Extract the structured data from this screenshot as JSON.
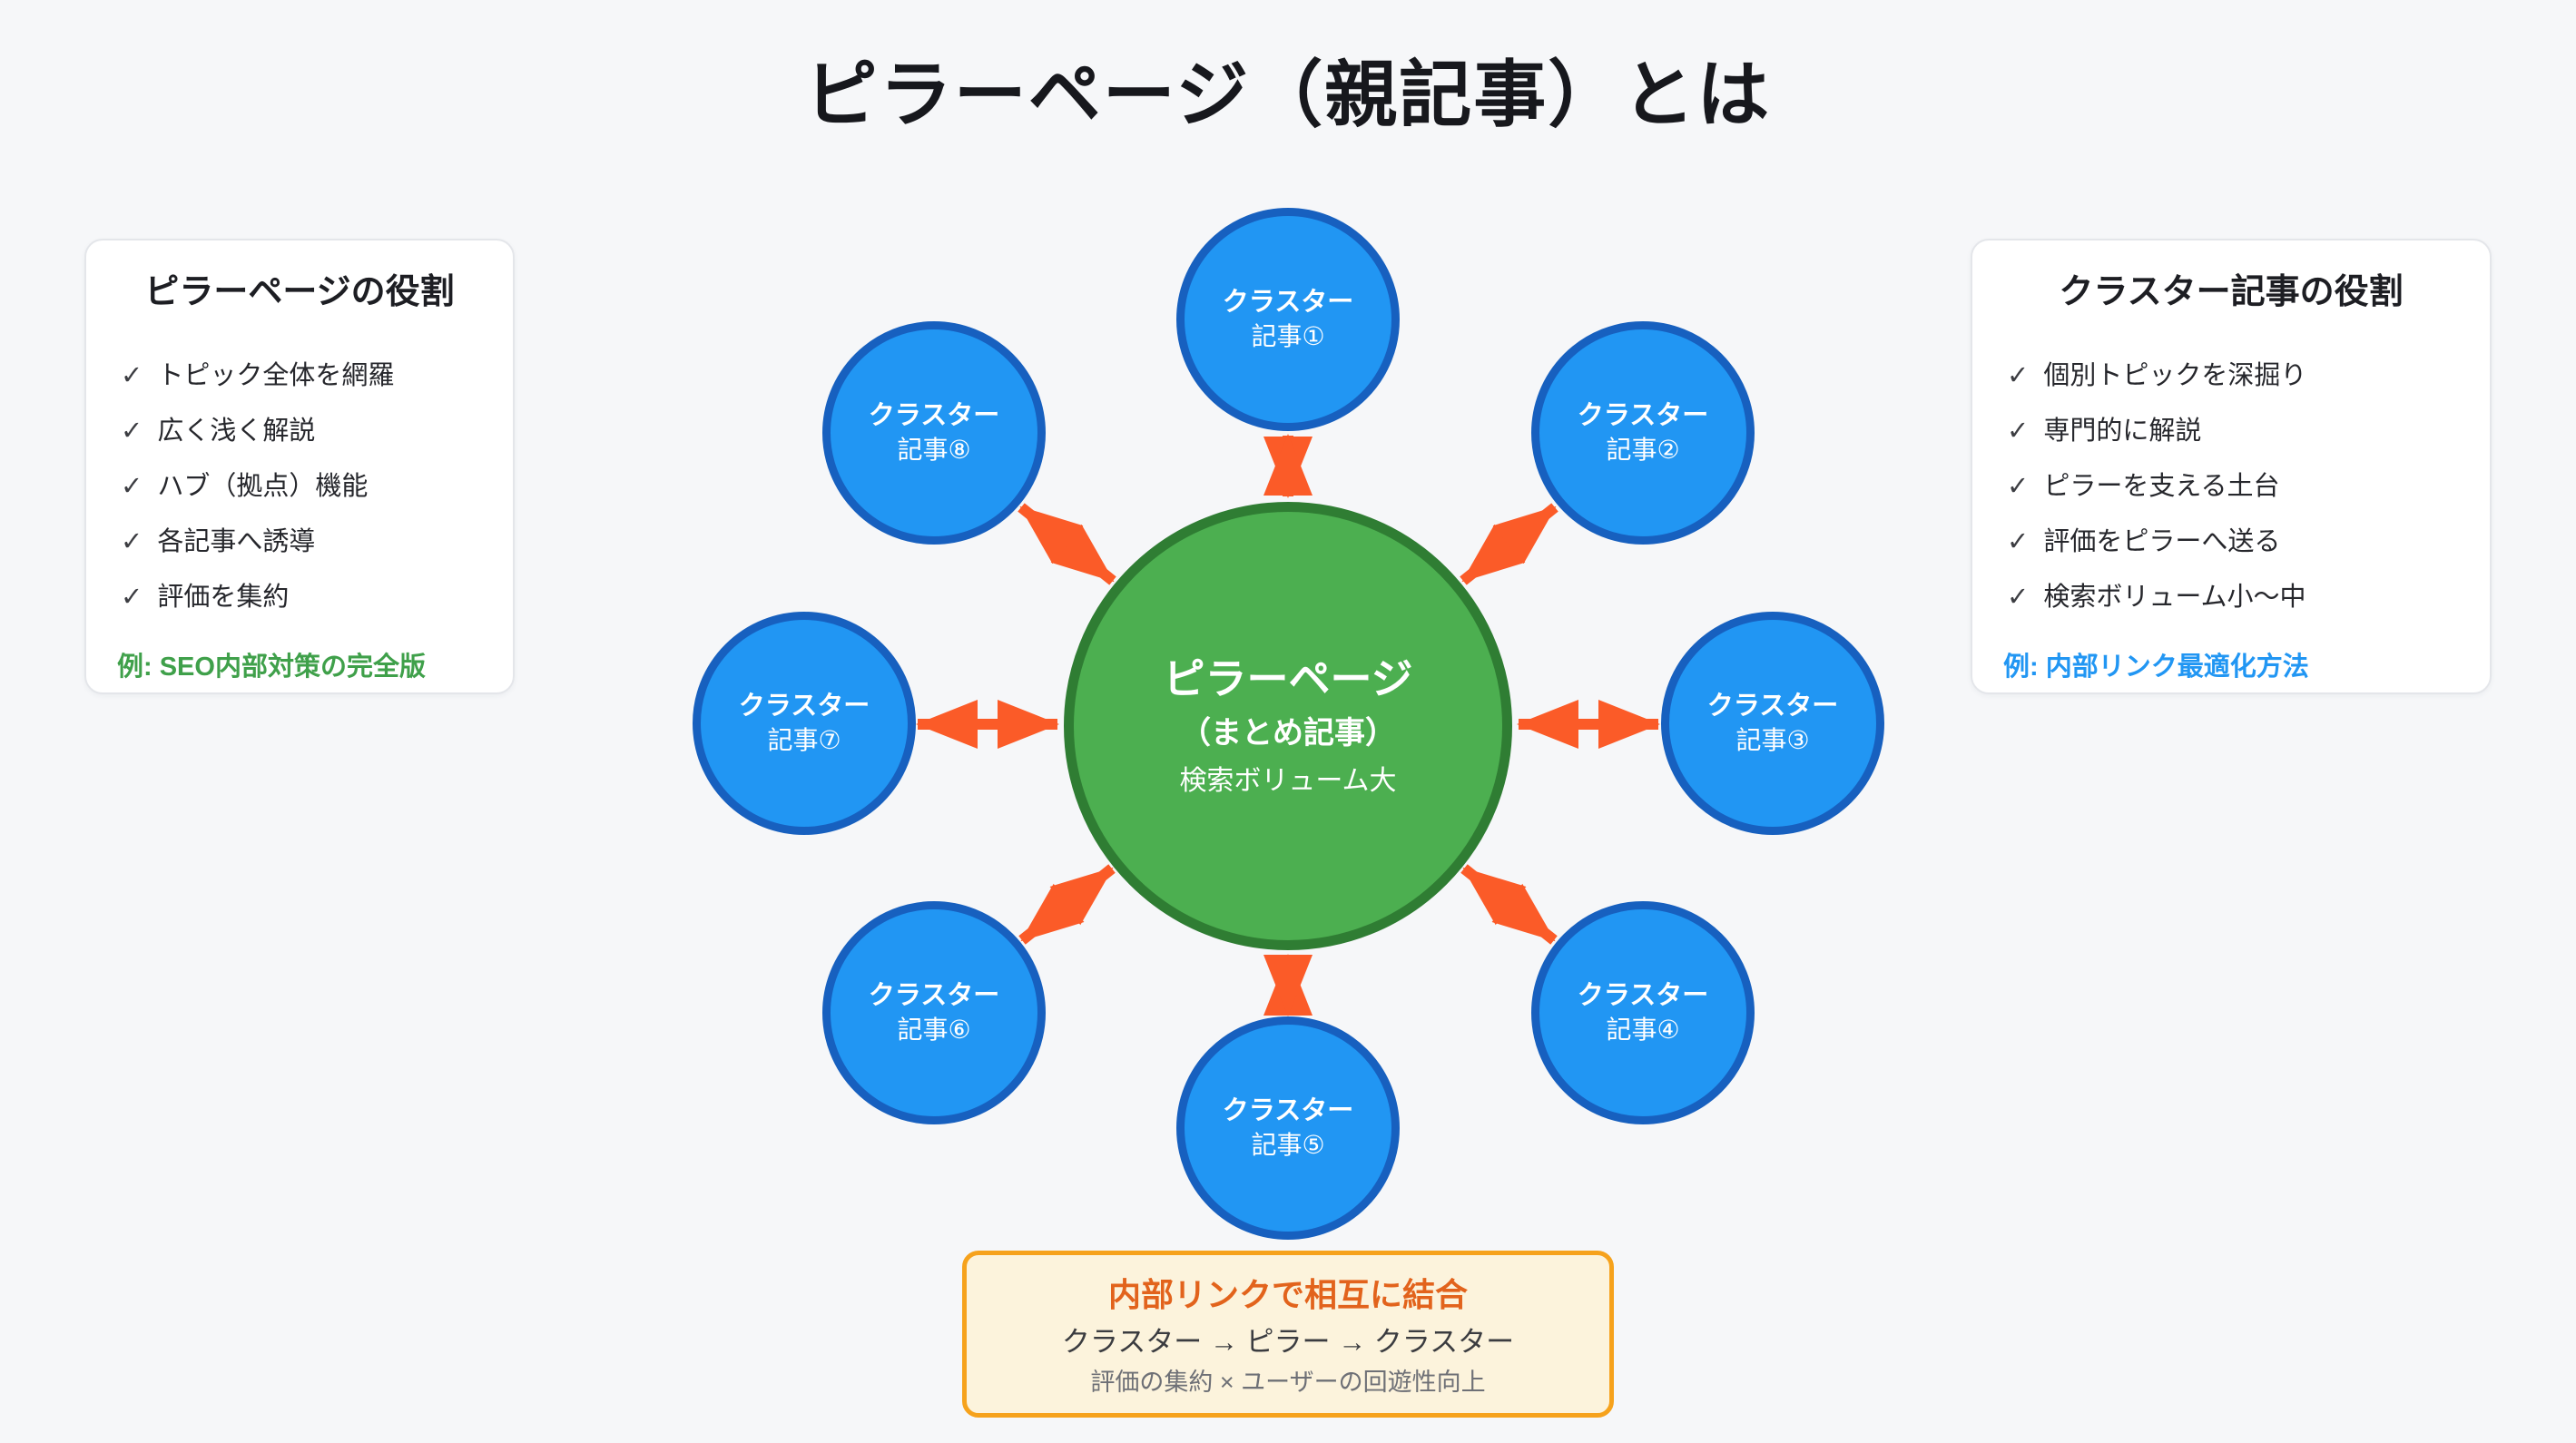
{
  "title": "ピラーページ（親記事）とは",
  "check_glyph": "✓",
  "left_panel": {
    "title": "ピラーページの役割",
    "items": [
      "トピック全体を網羅",
      "広く浅く解説",
      "ハブ（拠点）機能",
      "各記事へ誘導",
      "評価を集約"
    ],
    "example": "例: SEO内部対策の完全版"
  },
  "right_panel": {
    "title": "クラスター記事の役割",
    "items": [
      "個別トピックを深掘り",
      "専門的に解説",
      "ピラーを支える土台",
      "評価をピラーへ送る",
      "検索ボリューム小〜中"
    ],
    "example": "例: 内部リンク最適化方法"
  },
  "center": {
    "line1": "ピラーページ",
    "line2": "（まとめ記事）",
    "line3": "検索ボリューム大"
  },
  "clusters": [
    {
      "line1": "クラスター",
      "line2": "記事①"
    },
    {
      "line1": "クラスター",
      "line2": "記事②"
    },
    {
      "line1": "クラスター",
      "line2": "記事③"
    },
    {
      "line1": "クラスター",
      "line2": "記事④"
    },
    {
      "line1": "クラスター",
      "line2": "記事⑤"
    },
    {
      "line1": "クラスター",
      "line2": "記事⑥"
    },
    {
      "line1": "クラスター",
      "line2": "記事⑦"
    },
    {
      "line1": "クラスター",
      "line2": "記事⑧"
    }
  ],
  "bottom_box": {
    "title": "内部リンクで相互に結合",
    "flow": "クラスター → ピラー → クラスター",
    "note": "評価の集約 × ユーザーの回遊性向上"
  },
  "colors": {
    "page-bg": "#f6f7f9",
    "panel-bg": "#ffffff",
    "panel-border": "#e4e6ea",
    "green-fill": "#4CAF50",
    "green-border": "#2F7D33",
    "blue-fill": "#2196F3",
    "blue-border": "#1760BF",
    "arrow-orange": "#FB5B28",
    "example-green": "#3FA04A",
    "example-blue": "#2196F3",
    "box-bg": "#FCF3DC",
    "box-border": "#F6A21C",
    "box-title": "#E2631C"
  }
}
